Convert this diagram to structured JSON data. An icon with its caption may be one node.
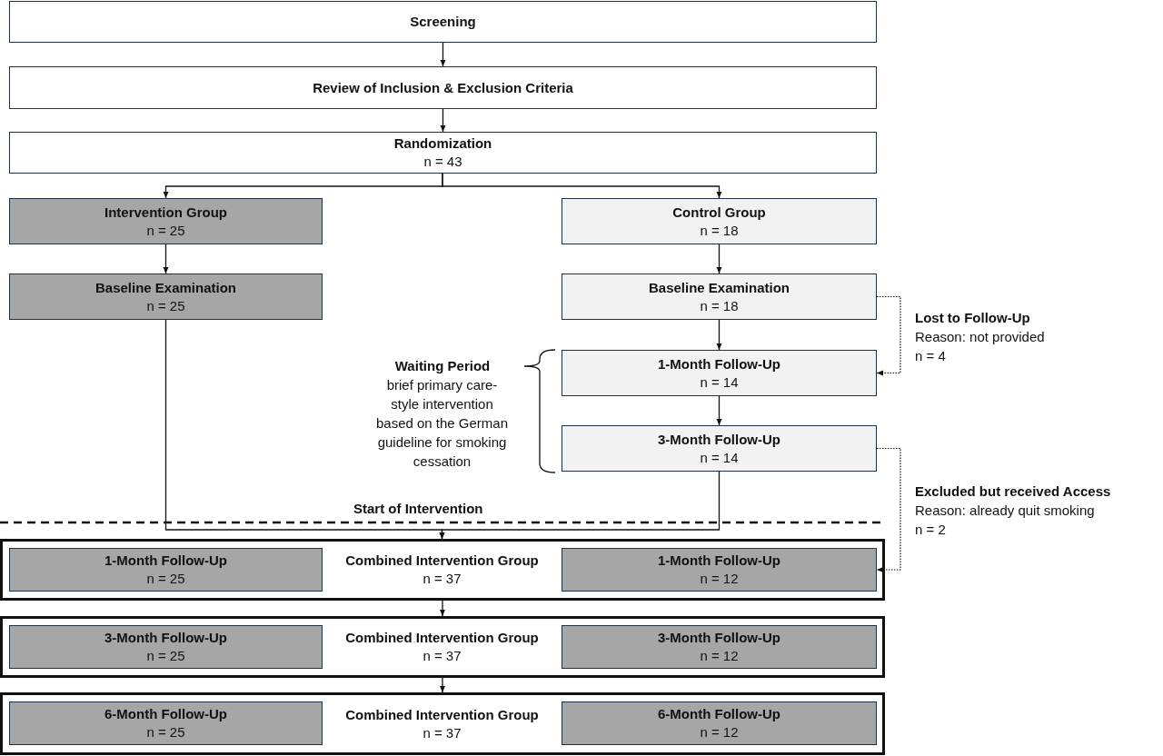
{
  "diagram": {
    "nodes": [
      {
        "text": [
          "Screening"
        ]
      },
      {
        "text": [
          "Review of Inclusion & Exclusion Criteria"
        ]
      },
      {
        "text": [
          "Randomization",
          "n = 43"
        ]
      },
      {
        "text": [
          "Intervention Group",
          "n = 25"
        ]
      },
      {
        "text": [
          "Control Group",
          "n = 18"
        ]
      },
      {
        "text": [
          "Baseline Examination",
          "n = 25"
        ]
      },
      {
        "text": [
          "Baseline Examination",
          "n = 18"
        ]
      },
      {
        "text": [
          "1-Month Follow-Up",
          "n = 14"
        ]
      },
      {
        "text": [
          "3-Month Follow-Up",
          "n = 14"
        ]
      },
      {
        "text": [
          "Combined Intervention Group",
          "n = 37"
        ]
      },
      {
        "text": [
          "1-Month Follow-Up",
          "n = 25"
        ],
        "in": 9
      },
      {
        "text": [
          "1-Month Follow-Up",
          "n = 12"
        ],
        "in": 9
      },
      {
        "text": [
          "Combined Intervention Group",
          "n = 37"
        ]
      },
      {
        "text": [
          "3-Month Follow-Up",
          "n = 25"
        ],
        "in": 12
      },
      {
        "text": [
          "3-Month Follow-Up",
          "n = 12"
        ],
        "in": 12
      },
      {
        "text": [
          "Combined Intervention Group",
          "n = 37"
        ]
      },
      {
        "text": [
          "6-Month Follow-Up",
          "n = 25"
        ],
        "in": 15
      },
      {
        "text": [
          "6-Month Follow-Up",
          "n = 12"
        ],
        "in": 15
      }
    ],
    "edges": [
      {
        "from": 0,
        "to": 1,
        "arrow": "to"
      },
      {
        "from": 1,
        "to": 2,
        "arrow": "to"
      },
      {
        "from": 2,
        "to": 3,
        "arrow": "to"
      },
      {
        "from": 2,
        "to": 4,
        "arrow": "to"
      },
      {
        "from": 3,
        "to": 5,
        "arrow": "to"
      },
      {
        "from": 4,
        "to": 6,
        "arrow": "to"
      },
      {
        "from": 6,
        "to": 7,
        "arrow": "to"
      },
      {
        "from": 7,
        "to": 8,
        "arrow": "to"
      },
      {
        "from": 5,
        "to": 9,
        "arrow": "to"
      },
      {
        "from": 8,
        "to": 9,
        "arrow": "to"
      },
      {
        "from": 6,
        "to": 7,
        "arrow": "to",
        "style": "dashed"
      },
      {
        "from": 8,
        "to": 11,
        "arrow": "to",
        "style": "dashed"
      },
      {
        "from": 9,
        "to": 12,
        "arrow": "to"
      },
      {
        "from": 12,
        "to": 15,
        "arrow": "to"
      }
    ],
    "labels": [
      "Waiting Period",
      "brief primary care-style intervention based on the German guideline for smoking cessation",
      "Start of Intervention",
      "Lost to Follow-Up",
      "Reason: not provided",
      "n = 4",
      "Excluded but received Access",
      "Reason: already quit smoking",
      "n = 2"
    ]
  }
}
